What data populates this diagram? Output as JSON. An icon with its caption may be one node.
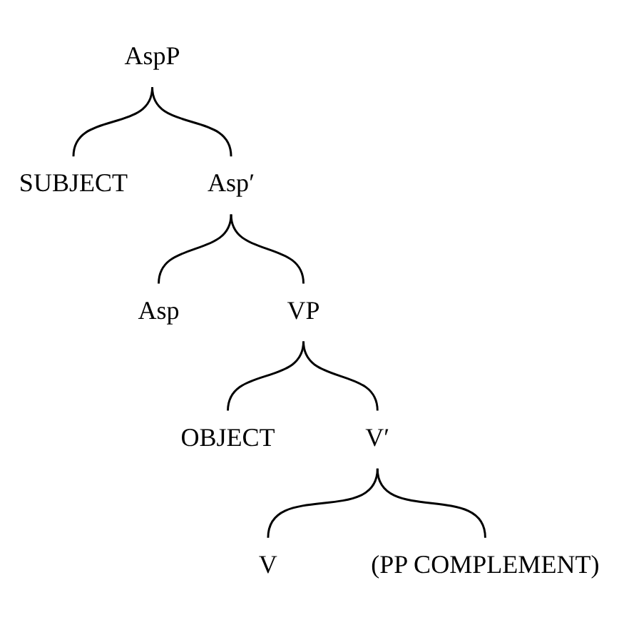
{
  "diagram": {
    "nodes": [
      {
        "text": [
          "AspP"
        ]
      },
      {
        "text": [
          "SUBJECT"
        ]
      },
      {
        "text": [
          "Asp′"
        ]
      },
      {
        "text": [
          "Asp"
        ]
      },
      {
        "text": [
          "VP"
        ]
      },
      {
        "text": [
          "OBJECT"
        ]
      },
      {
        "text": [
          "V′"
        ]
      },
      {
        "text": [
          "V"
        ]
      },
      {
        "text": [
          "(PP COMPLEMENT)"
        ]
      }
    ],
    "edges": [
      {
        "from": 0,
        "to": 1,
        "arrow": "none"
      },
      {
        "from": 0,
        "to": 2,
        "arrow": "none"
      },
      {
        "from": 2,
        "to": 3,
        "arrow": "none"
      },
      {
        "from": 2,
        "to": 4,
        "arrow": "none"
      },
      {
        "from": 4,
        "to": 5,
        "arrow": "none"
      },
      {
        "from": 4,
        "to": 6,
        "arrow": "none"
      },
      {
        "from": 6,
        "to": 7,
        "arrow": "none"
      },
      {
        "from": 6,
        "to": 8,
        "arrow": "none"
      }
    ]
  }
}
